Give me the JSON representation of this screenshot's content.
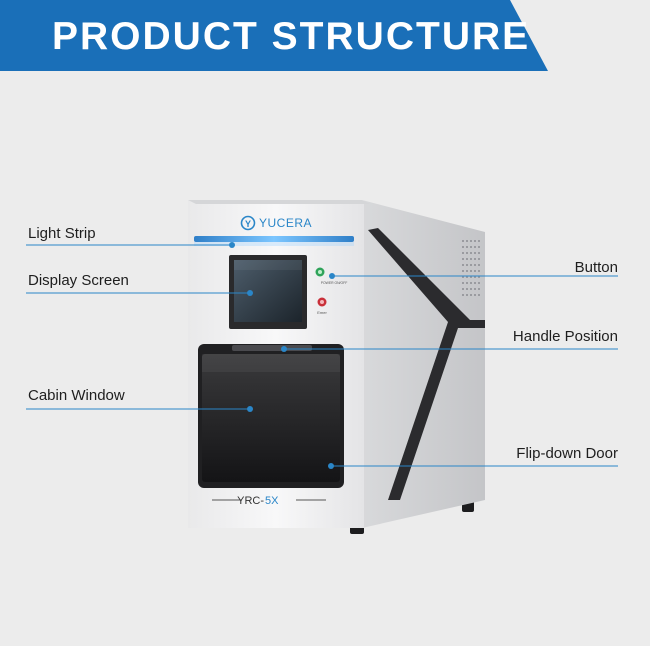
{
  "header": {
    "title": "PRODUCT STRUCTURE"
  },
  "machine": {
    "brand": "YUCERA",
    "brand_mark": "Y",
    "model_prefix": "YRC-",
    "model_suffix": "5X",
    "button_top_label": "POWER ON/OFF",
    "button_bottom_label": "Emer"
  },
  "callouts": {
    "light_strip": "Light Strip",
    "display_screen": "Display Screen",
    "cabin_window": "Cabin Window",
    "button": "Button",
    "handle_position": "Handle Position",
    "flip_down_door": "Flip-down Door"
  },
  "colors": {
    "banner": "#1a6fb8",
    "accent": "#2a86c8",
    "background": "#ececec"
  }
}
